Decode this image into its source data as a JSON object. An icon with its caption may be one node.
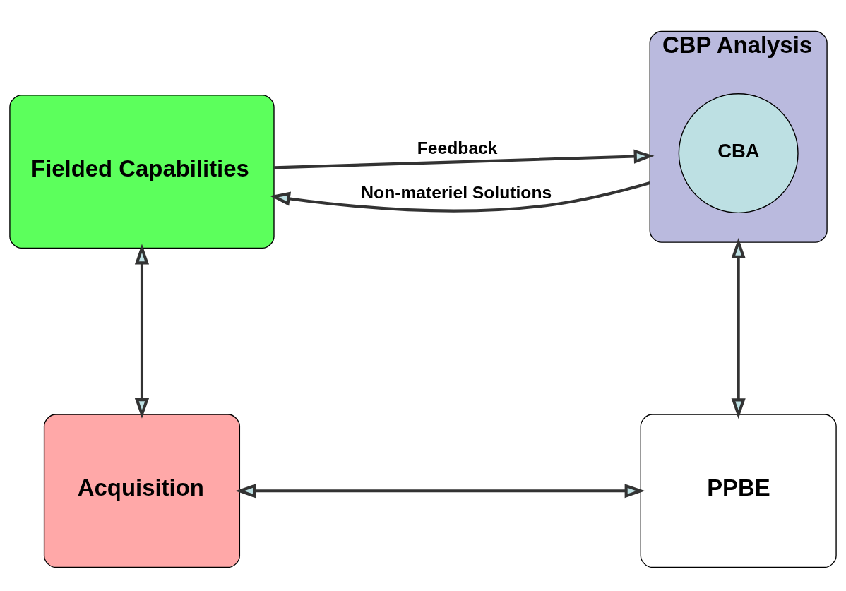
{
  "diagram": {
    "nodes": [
      {
        "text": [
          "Fielded Capabilities"
        ]
      },
      {
        "text": [
          "CBP Analysis"
        ]
      },
      {
        "text": [
          "CBA"
        ],
        "in": 1
      },
      {
        "text": [
          "Acquisition"
        ]
      },
      {
        "text": [
          "PPBE"
        ]
      }
    ],
    "edges": [
      {
        "from": 0,
        "to": 1,
        "arrow": "to",
        "label": "Feedback"
      },
      {
        "from": 1,
        "to": 0,
        "arrow": "to",
        "label": "Non-materiel Solutions"
      },
      {
        "from": 0,
        "to": 3,
        "arrow": "both"
      },
      {
        "from": 1,
        "to": 4,
        "arrow": "both"
      },
      {
        "from": 3,
        "to": 4,
        "arrow": "both"
      }
    ]
  }
}
